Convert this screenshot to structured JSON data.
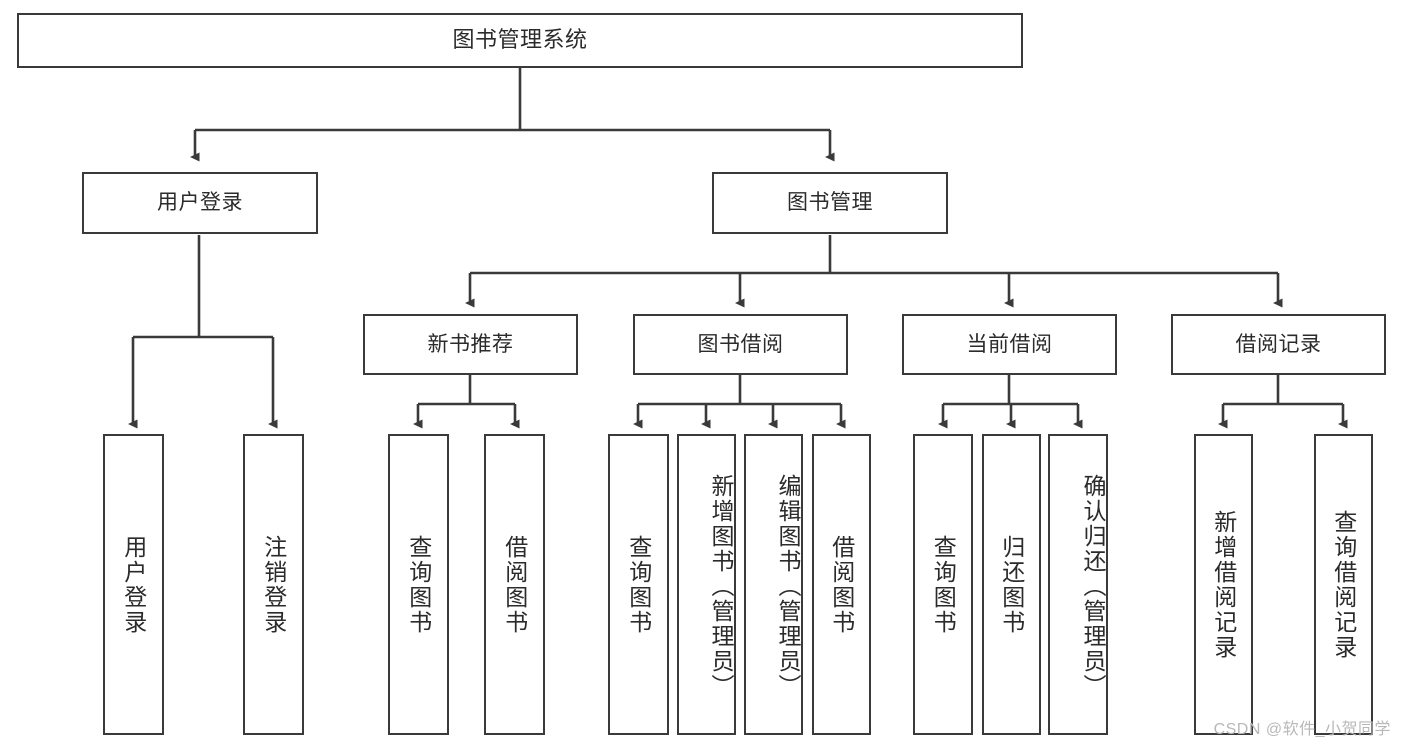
{
  "diagram": {
    "title": "图书管理系统",
    "type": "tree-hierarchy",
    "root": {
      "label": "图书管理系统"
    },
    "level2": [
      {
        "label": "用户登录"
      },
      {
        "label": "图书管理"
      }
    ],
    "level3": [
      {
        "label": "新书推荐"
      },
      {
        "label": "图书借阅"
      },
      {
        "label": "当前借阅"
      },
      {
        "label": "借阅记录"
      }
    ],
    "leaves": {
      "user_login": [
        {
          "label": "用户登录"
        },
        {
          "label": "注销登录"
        }
      ],
      "new_book_recommend": [
        {
          "label": "查询图书"
        },
        {
          "label": "借阅图书"
        }
      ],
      "book_borrow": [
        {
          "label": "查询图书"
        },
        {
          "label": "新增图书（管理员）"
        },
        {
          "label": "编辑图书（管理员）"
        },
        {
          "label": "借阅图书"
        }
      ],
      "current_borrow": [
        {
          "label": "查询图书"
        },
        {
          "label": "归还图书"
        },
        {
          "label": "确认归还（管理员）"
        }
      ],
      "borrow_record": [
        {
          "label": "新增借阅记录"
        },
        {
          "label": "查询借阅记录"
        }
      ]
    }
  },
  "watermark": {
    "text": "CSDN @软件_小贺同学"
  },
  "colors": {
    "stroke": "#3a3a3a",
    "background": "#ffffff",
    "text": "#2b2b2b",
    "watermark": "#b8b8b8"
  }
}
